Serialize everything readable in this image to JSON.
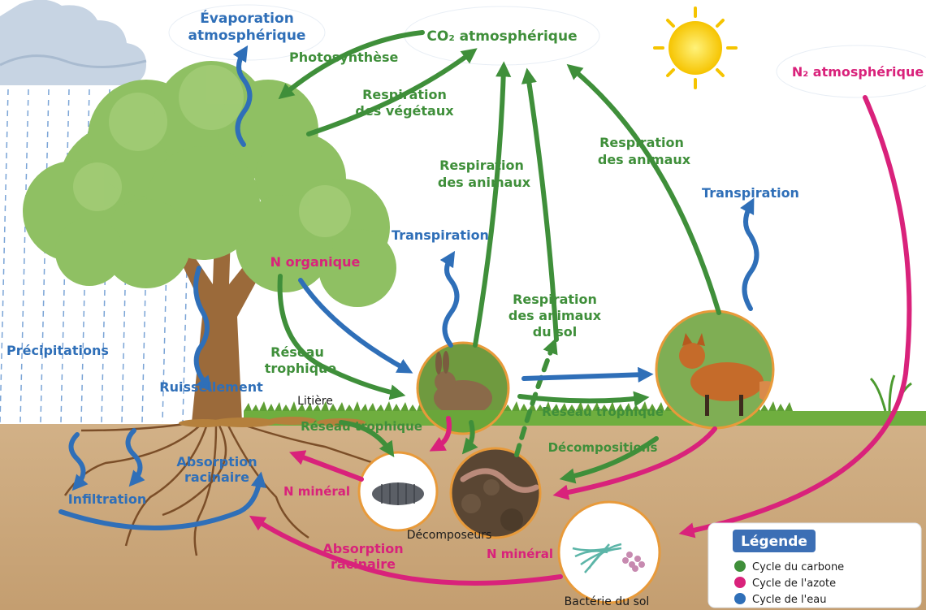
{
  "labels": {
    "evaporation": [
      "Évaporation",
      "atmosphérique"
    ],
    "co2": "CO₂ atmosphérique",
    "n2": "N₂ atmosphérique",
    "photosynthese": "Photosynthèse",
    "resp_vegetaux": [
      "Respiration",
      "des végétaux"
    ],
    "resp_animaux_1": [
      "Respiration",
      "des animaux"
    ],
    "resp_animaux_2": [
      "Respiration",
      "des animaux"
    ],
    "transpiration_1": "Transpiration",
    "transpiration_2": "Transpiration",
    "n_organique": "N organique",
    "resp_sol": [
      "Respiration",
      "des animaux",
      "du sol"
    ],
    "precipitations": "Précipitations",
    "reseau_trophique_1": [
      "Réseau",
      "trophique"
    ],
    "ruissellement": "Ruissellement",
    "litiere": "Litière",
    "reseau_trophique_2": "Réseau trophique",
    "reseau_trophique_3": "Réseau trophique",
    "decompositions": "Décompositions",
    "absorption_1": [
      "Absorption",
      "racinaire"
    ],
    "n_mineral_1": "N minéral",
    "infiltration": "Infiltration",
    "decomposeurs": "Décomposeurs",
    "absorption_2": [
      "Absorption",
      "racinaire"
    ],
    "n_mineral_2": "N minéral",
    "bacterie": "Bactérie du sol"
  },
  "legend": {
    "title": "Légende",
    "items": [
      {
        "label": "Cycle du carbone",
        "color": "#3f8f3a"
      },
      {
        "label": "Cycle de l'azote",
        "color": "#d9227b"
      },
      {
        "label": "Cycle de l'eau",
        "color": "#2f6fb8"
      }
    ]
  },
  "colors": {
    "carbon": "#3f8f3a",
    "nitrogen": "#d9227b",
    "water": "#2f6fb8",
    "soil": "#c9a57a",
    "grass": "#6fae3f",
    "sky": "#ffffff"
  }
}
